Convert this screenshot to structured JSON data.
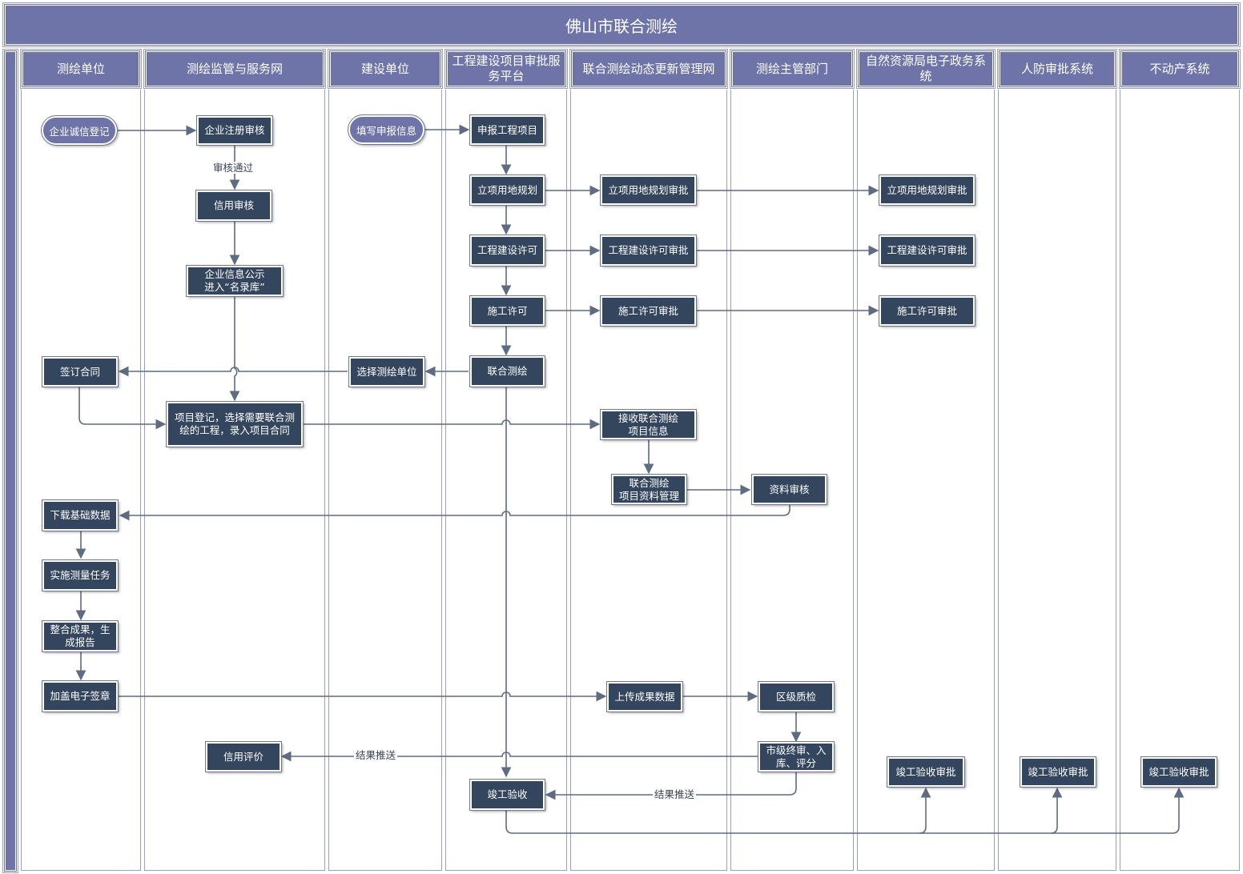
{
  "title": "佛山市联合测绘",
  "lanes": [
    "测绘单位",
    "测绘监管与服务网",
    "建设单位",
    "工程建设项目审批服务平台",
    "联合测绘动态更新管理网",
    "测绘主管部门",
    "自然资源局电子政务系统",
    "人防审批系统",
    "不动产系统"
  ],
  "nodes": {
    "enterprise_integrity_register": "企业诚信登记",
    "enterprise_registration_review": "企业注册审核",
    "credit_review": "信用审核",
    "enterprise_info_publicity": "企业信息公示\n进入“名录库”",
    "fill_application_info": "填写申报信息",
    "declare_project": "申报工程项目",
    "project_land_planning": "立项用地规划",
    "project_land_planning_approval": "立项用地规划审批",
    "project_land_planning_approval_2": "立项用地规划审批",
    "construction_permit_engineering": "工程建设许可",
    "construction_permit_engineering_approval": "工程建设许可审批",
    "construction_permit_engineering_approval_2": "工程建设许可审批",
    "construction_permit": "施工许可",
    "construction_permit_approval": "施工许可审批",
    "construction_permit_approval_2": "施工许可审批",
    "sign_contract": "签订合同",
    "select_surveying_unit": "选择测绘单位",
    "joint_surveying": "联合测绘",
    "project_registration": "项目登记，选择需要联合测\n绘的工程，录入项目合同",
    "receive_project_info": "接收联合测绘\n项目信息",
    "project_data_management": "联合测绘\n项目资料管理",
    "data_review": "资料审核",
    "download_base_data": "下载基础数据",
    "carry_out_survey": "实施测量任务",
    "integrate_results": "整合成果，生\n成报告",
    "stamp_e_seal": "加盖电子签章",
    "upload_results": "上传成果数据",
    "district_quality_check": "区级质检",
    "credit_evaluation": "信用评价",
    "city_final_review": "市级终审、入\n库、评分",
    "completion_acceptance": "竣工验收",
    "completion_approval_nr": "竣工验收审批",
    "completion_approval_cd": "竣工验收审批",
    "completion_approval_re": "竣工验收审批"
  },
  "edge_labels": {
    "review_passed": "审核通过",
    "result_push_1": "结果推送",
    "result_push_2": "结果推送"
  },
  "colors": {
    "header": "#6e74a8",
    "process_box": "#34455e",
    "connector": "#5f6b80"
  }
}
